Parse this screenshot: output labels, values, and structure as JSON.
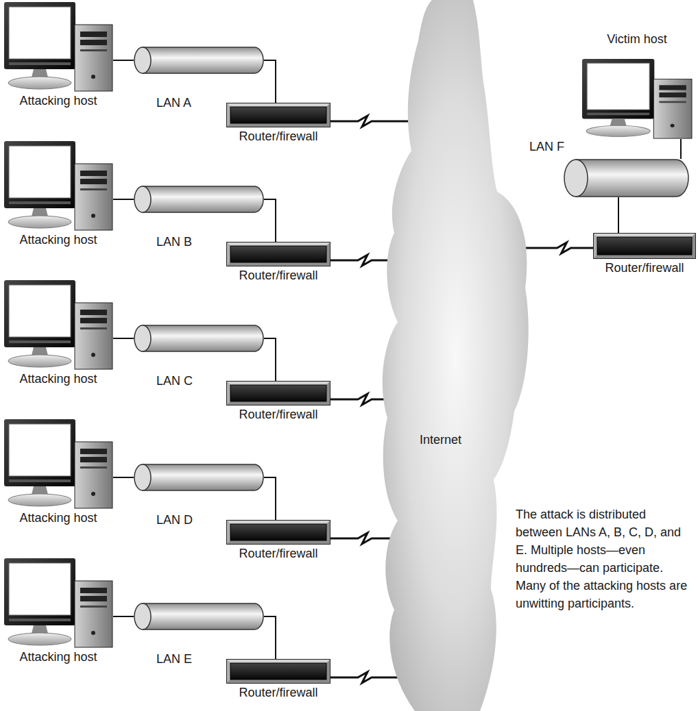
{
  "diagram": {
    "nodes": [
      {
        "text": [
          "Attacking host"
        ]
      },
      {
        "text": [
          "LAN A"
        ]
      },
      {
        "text": [
          "Router/firewall"
        ]
      },
      {
        "text": [
          "Attacking host"
        ]
      },
      {
        "text": [
          "LAN B"
        ]
      },
      {
        "text": [
          "Router/firewall"
        ]
      },
      {
        "text": [
          "Attacking host"
        ]
      },
      {
        "text": [
          "LAN C"
        ]
      },
      {
        "text": [
          "Router/firewall"
        ]
      },
      {
        "text": [
          "Attacking host"
        ]
      },
      {
        "text": [
          "LAN D"
        ]
      },
      {
        "text": [
          "Router/firewall"
        ]
      },
      {
        "text": [
          "Attacking host"
        ]
      },
      {
        "text": [
          "LAN E"
        ]
      },
      {
        "text": [
          "Router/firewall"
        ]
      },
      {
        "text": [
          "Internet"
        ]
      },
      {
        "text": [
          "Victim host"
        ]
      },
      {
        "text": [
          "LAN F"
        ]
      },
      {
        "text": [
          "Router/firewall"
        ]
      }
    ],
    "edges": [
      {
        "from": 0,
        "to": 1,
        "arrow": "none"
      },
      {
        "from": 1,
        "to": 2,
        "arrow": "none"
      },
      {
        "from": 2,
        "to": 15,
        "arrow": "none"
      },
      {
        "from": 3,
        "to": 4,
        "arrow": "none"
      },
      {
        "from": 4,
        "to": 5,
        "arrow": "none"
      },
      {
        "from": 5,
        "to": 15,
        "arrow": "none"
      },
      {
        "from": 6,
        "to": 7,
        "arrow": "none"
      },
      {
        "from": 7,
        "to": 8,
        "arrow": "none"
      },
      {
        "from": 8,
        "to": 15,
        "arrow": "none"
      },
      {
        "from": 9,
        "to": 10,
        "arrow": "none"
      },
      {
        "from": 10,
        "to": 11,
        "arrow": "none"
      },
      {
        "from": 11,
        "to": 15,
        "arrow": "none"
      },
      {
        "from": 12,
        "to": 13,
        "arrow": "none"
      },
      {
        "from": 13,
        "to": 14,
        "arrow": "none"
      },
      {
        "from": 14,
        "to": 15,
        "arrow": "none"
      },
      {
        "from": 15,
        "to": 18,
        "arrow": "none"
      },
      {
        "from": 18,
        "to": 17,
        "arrow": "none"
      },
      {
        "from": 17,
        "to": 16,
        "arrow": "none"
      }
    ],
    "labels": [
      "The attack is distributed between LANs A, B, C, D, and E. Multiple hosts—even hundreds—can participate. Many of the attacking hosts are unwitting participants."
    ]
  }
}
